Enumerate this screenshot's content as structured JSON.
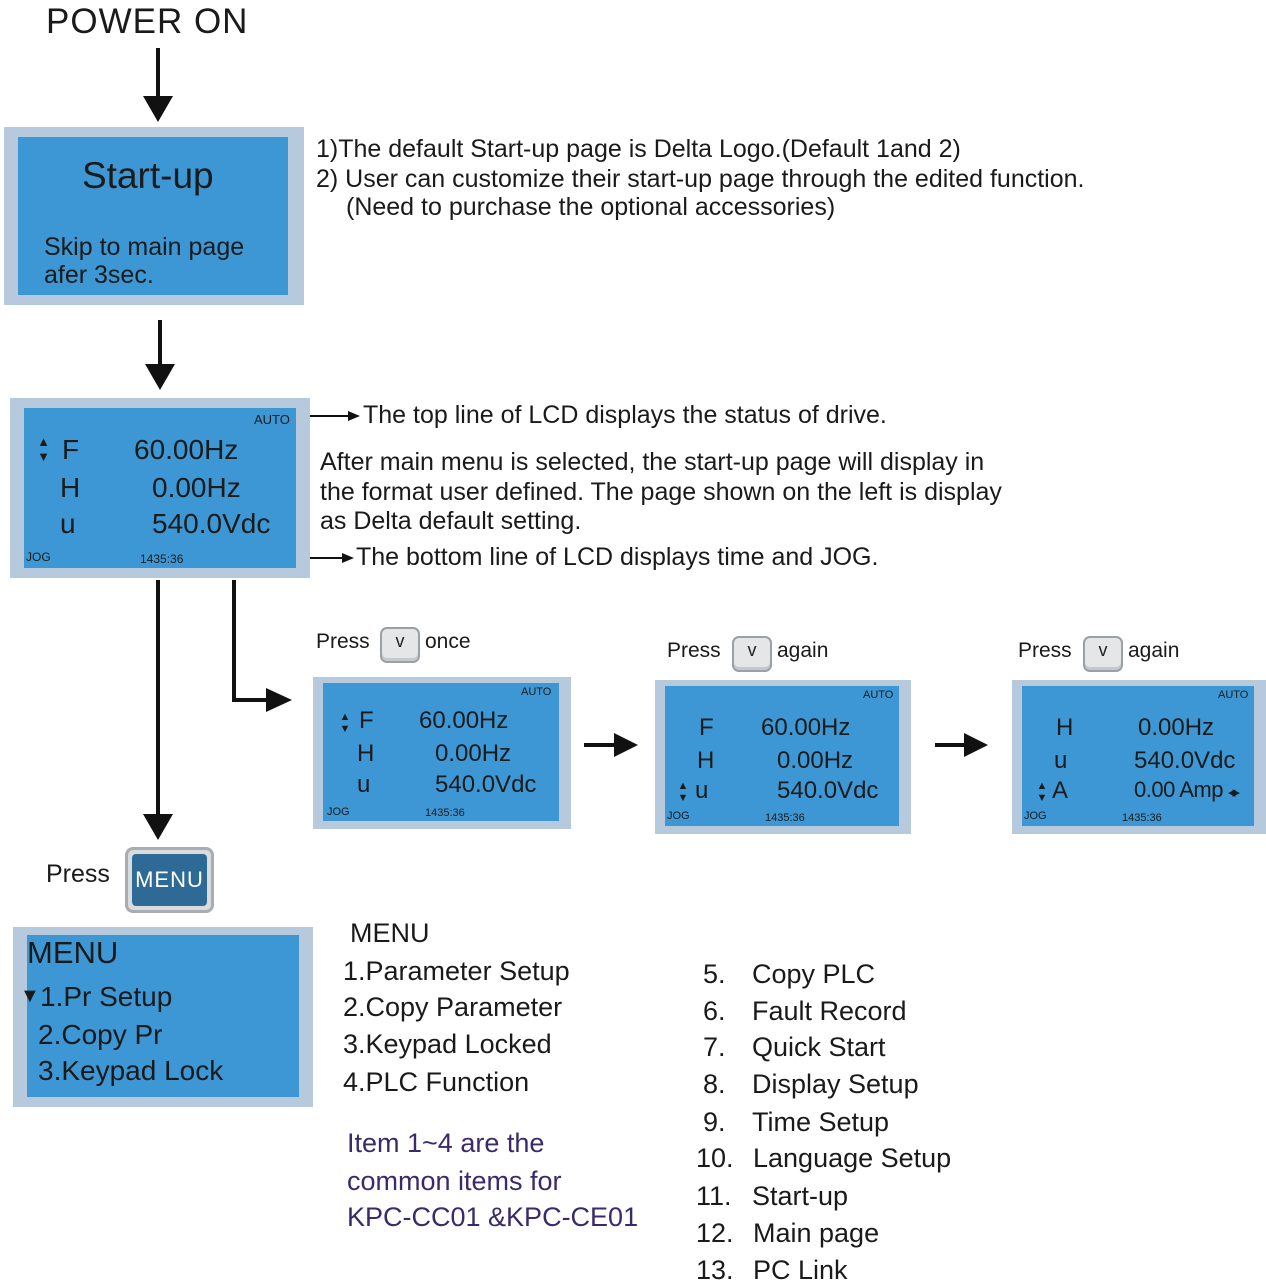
{
  "power_on": "POWER ON",
  "startup_screen": {
    "title": "Start-up",
    "line1": "Skip to main page",
    "line2": "afer 3sec."
  },
  "startup_notes": {
    "note1": "1)The default Start-up page is Delta Logo.(Default 1and 2)",
    "note2": "2) User can customize their start-up page through the edited function.",
    "note3": "(Need to purchase the optional accessories)"
  },
  "main_lcd": {
    "status": "AUTO",
    "rows": [
      {
        "arrow": "▲▼",
        "label": "F",
        "value": "60.00Hz"
      },
      {
        "arrow": "",
        "label": "H",
        "value": "0.00Hz"
      },
      {
        "arrow": "",
        "label": "u",
        "value": "540.0Vdc"
      }
    ],
    "jog": "JOG",
    "time": "1435:36"
  },
  "main_notes": {
    "top_line": "The top line of LCD displays the status of drive.",
    "para1": "After main menu is selected, the start-up page will display in",
    "para2": "the format user defined. The page shown on the left is display",
    "para3": "as Delta default setting.",
    "bottom_line": "The bottom line of LCD displays time and JOG."
  },
  "press_steps": [
    {
      "press": "Press",
      "suffix": "once",
      "key": "v",
      "lcd": {
        "status": "AUTO",
        "rows": [
          {
            "arrow": "▲▼",
            "label": "F",
            "value": "60.00Hz"
          },
          {
            "arrow": "",
            "label": "H",
            "value": "0.00Hz"
          },
          {
            "arrow": "",
            "label": "u",
            "value": "540.0Vdc"
          }
        ],
        "jog": "JOG",
        "time": "1435:36"
      }
    },
    {
      "press": "Press",
      "suffix": "again",
      "key": "v",
      "lcd": {
        "status": "AUTO",
        "rows": [
          {
            "arrow": "",
            "label": "F",
            "value": "60.00Hz"
          },
          {
            "arrow": "",
            "label": "H",
            "value": "0.00Hz"
          },
          {
            "arrow": "▲▼",
            "label": "u",
            "value": "540.0Vdc"
          }
        ],
        "jog": "JOG",
        "time": "1435:36"
      }
    },
    {
      "press": "Press",
      "suffix": "again",
      "key": "v",
      "lcd": {
        "status": "AUTO",
        "rows": [
          {
            "arrow": "",
            "label": "H",
            "value": "0.00Hz"
          },
          {
            "arrow": "",
            "label": "u",
            "value": "540.0Vdc"
          },
          {
            "arrow": "▲▼",
            "label": "A",
            "value": "0.00 Amp"
          }
        ],
        "value_suffix_glyph": "◂▸",
        "jog": "JOG",
        "time": "1435:36"
      }
    }
  ],
  "press_menu": {
    "press": "Press",
    "key_label": "MENU"
  },
  "menu_lcd": {
    "title": "MENU",
    "items": [
      "1.Pr Setup",
      "2.Copy Pr",
      "3.Keypad Lock"
    ],
    "cursor": "▼"
  },
  "menu_list": {
    "heading": "MENU",
    "left_items": [
      "1.Parameter Setup",
      "2.Copy Parameter",
      "3.Keypad Locked",
      "4.PLC Function"
    ],
    "note": [
      "Item 1~4 are the",
      "common items for",
      "KPC-CC01 &KPC-CE01"
    ],
    "right_items": [
      {
        "num": "5.",
        "label": "Copy PLC"
      },
      {
        "num": "6.",
        "label": "Fault Record"
      },
      {
        "num": "7.",
        "label": "Quick Start"
      },
      {
        "num": "8.",
        "label": "Display Setup"
      },
      {
        "num": "9.",
        "label": "Time Setup"
      },
      {
        "num": "10.",
        "label": "Language Setup"
      },
      {
        "num": "11.",
        "label": "Start-up"
      },
      {
        "num": "12.",
        "label": "Main page"
      },
      {
        "num": "13.",
        "label": "PC Link"
      }
    ]
  },
  "colors": {
    "lcd": "#3d97d4",
    "lcd_frame": "#b7c9dc",
    "note_text": "#3a2a6b",
    "menu_key": "#2d6a95"
  }
}
